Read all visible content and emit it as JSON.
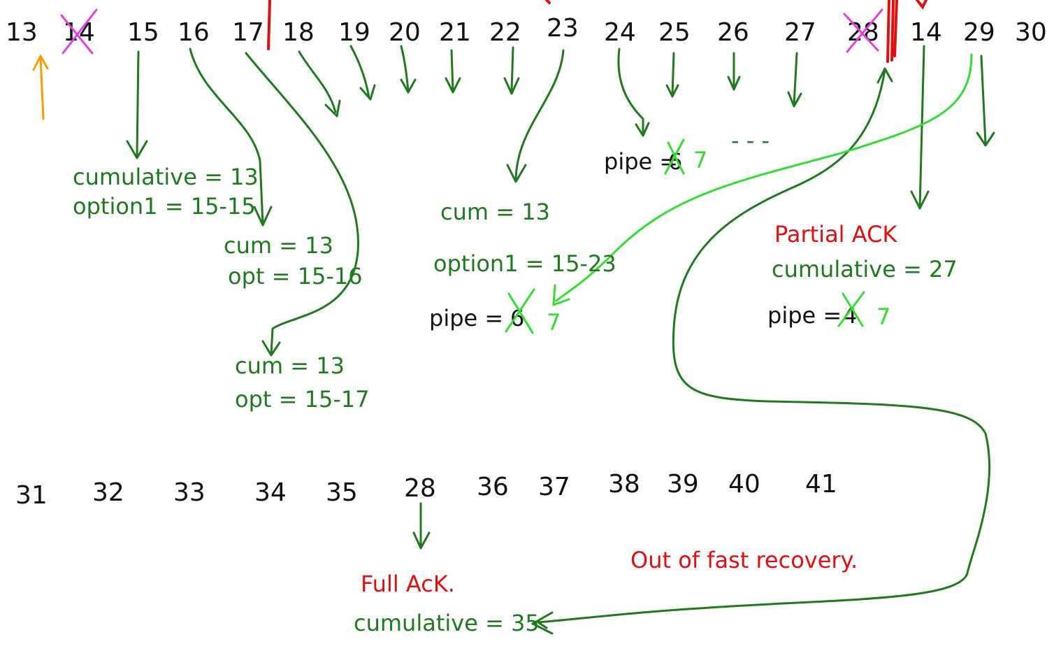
{
  "top_row": [
    "13",
    "14",
    "15",
    "16",
    "17",
    "18",
    "19",
    "20",
    "21",
    "22",
    "23",
    "24",
    "25",
    "26",
    "27",
    "28",
    "14",
    "29",
    "30"
  ],
  "bottom_row": [
    "31",
    "32",
    "33",
    "34",
    "35",
    "28",
    "36",
    "37",
    "38",
    "39",
    "40",
    "41"
  ],
  "crossed_out": [
    "14",
    "28"
  ],
  "annotations": {
    "a15_line1": "cumulative = 13",
    "a15_line2": "option1 = 15-15",
    "a16_line1": "cum = 13",
    "a16_line2": "opt = 15-16",
    "a17_line1": "cum = 13",
    "a17_line2": "opt = 15-17",
    "a23_line1": "cum = 13",
    "a23_line2": "option1 = 15-23",
    "a23_pipe_label": "pipe =",
    "a23_pipe_old": "6",
    "a23_pipe_new": "7",
    "a24_pipe_label": "pipe =",
    "a24_pipe_old": "6",
    "a24_pipe_new": "7",
    "a24_dashes": "- - -",
    "partial_title": "Partial ACK",
    "partial_cum": "cumulative = 27",
    "partial_pipe_label": "pipe =",
    "partial_pipe_old": "4",
    "partial_pipe_new": "7",
    "full_title": "Full AcK.",
    "full_cum": "cumulative = 35",
    "out_of_recovery": "Out of fast recovery."
  },
  "colors": {
    "ink": "#111111",
    "green": "#1f7a1f",
    "lime": "#33dd33",
    "red": "#e01010",
    "orange": "#f5a000",
    "magenta": "#e040e0"
  }
}
